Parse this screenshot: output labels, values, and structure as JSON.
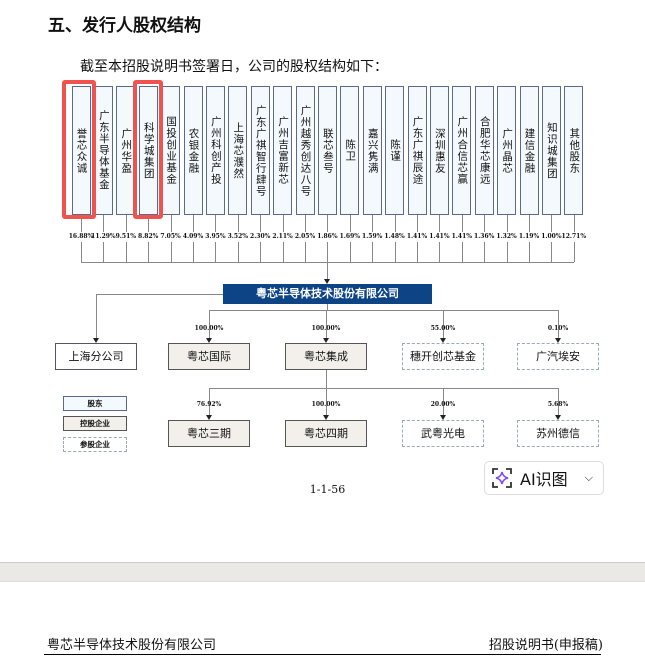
{
  "title": "五、发行人股权结构",
  "intro": "截至本招股说明书签署日，公司的股权结构如下：",
  "shareholders": [
    {
      "name": "誉芯众诚",
      "pct": "16.88%"
    },
    {
      "name": "广东半导体基金",
      "pct": "11.29%"
    },
    {
      "name": "广州华盈",
      "pct": "9.51%"
    },
    {
      "name": "科学城集团",
      "pct": "8.82%"
    },
    {
      "name": "国投创业基金",
      "pct": "7.05%"
    },
    {
      "name": "农银金融",
      "pct": "4.09%"
    },
    {
      "name": "广州科创产投",
      "pct": "3.95%"
    },
    {
      "name": "上海芯濮然",
      "pct": "3.52%"
    },
    {
      "name": "广东广祺智行肆号",
      "pct": "2.30%"
    },
    {
      "name": "广州吉富新芯",
      "pct": "2.11%"
    },
    {
      "name": "广州越秀创达八号",
      "pct": "2.05%"
    },
    {
      "name": "联芯叁号",
      "pct": "1.86%"
    },
    {
      "name": "陈卫",
      "pct": "1.69%"
    },
    {
      "name": "嘉兴隽满",
      "pct": "1.59%"
    },
    {
      "name": "陈谨",
      "pct": "1.48%"
    },
    {
      "name": "广东广祺辰途",
      "pct": "1.41%"
    },
    {
      "name": "深圳惠友",
      "pct": "1.41%"
    },
    {
      "name": "广州合信芯赢",
      "pct": "1.41%"
    },
    {
      "name": "合肥华芯康远",
      "pct": "1.36%"
    },
    {
      "name": "广州晶芯",
      "pct": "1.32%"
    },
    {
      "name": "建信金融",
      "pct": "1.19%"
    },
    {
      "name": "知识城集团",
      "pct": "1.00%"
    },
    {
      "name": "其他股东",
      "pct": "12.71%"
    }
  ],
  "company": "粤芯半导体技术股份有限公司",
  "branch": "上海分公司",
  "row1": [
    {
      "name": "粤芯国际",
      "pct": "100.00%",
      "type": "ctl"
    },
    {
      "name": "粤芯集成",
      "pct": "100.00%",
      "type": "ctl"
    },
    {
      "name": "穗开创芯基金",
      "pct": "55.00%",
      "type": "par"
    },
    {
      "name": "广汽埃安",
      "pct": "0.10%",
      "type": "par"
    }
  ],
  "row2": [
    {
      "name": "粤芯三期",
      "pct": "76.92%",
      "type": "ctl"
    },
    {
      "name": "粤芯四期",
      "pct": "100.00%",
      "type": "ctl"
    },
    {
      "name": "武粤光电",
      "pct": "20.00%",
      "type": "par"
    },
    {
      "name": "苏州德信",
      "pct": "5.68%",
      "type": "par"
    }
  ],
  "legend": {
    "shareholder": "股东",
    "controlled": "控股企业",
    "participating": "参股企业"
  },
  "page_number": "1-1-56",
  "ai_button": {
    "label": "AI识图",
    "accent": "#7c4dff"
  },
  "footer": {
    "left": "粤芯半导体技术股份有限公司",
    "right": "招股说明书(申报稿)"
  }
}
